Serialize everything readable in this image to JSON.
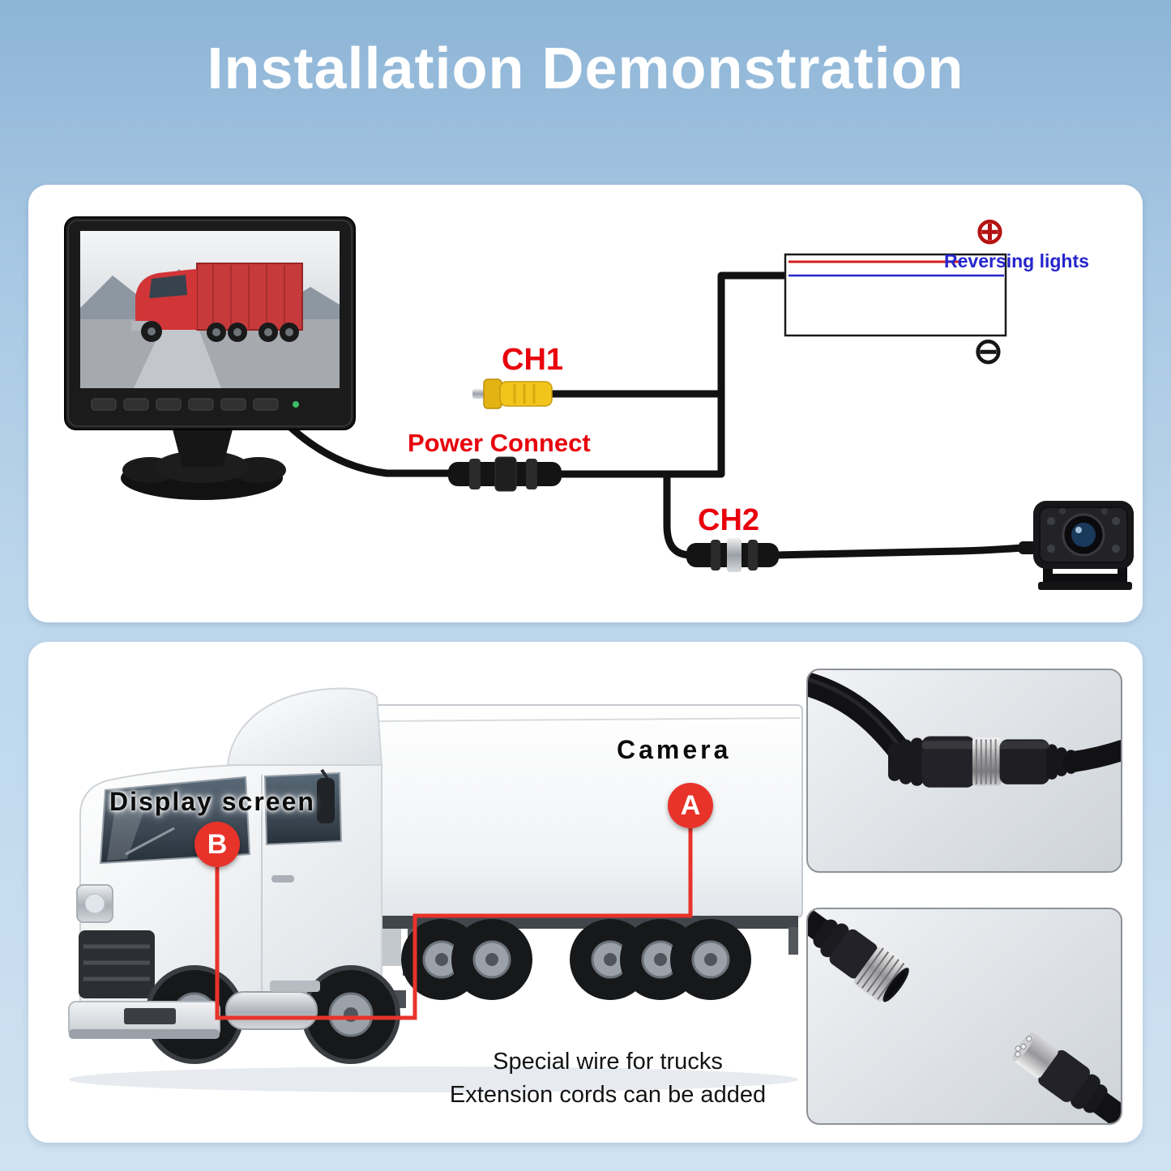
{
  "title": "Installation Demonstration",
  "colors": {
    "background_top": "#8db4d6",
    "background_bottom": "#cfe2f2",
    "label_red": "#e8000d",
    "reversing_blue": "#2525cc",
    "marker_red": "#e8332a",
    "wire_black": "#111111",
    "rca_yellow": "#f2c51d"
  },
  "wiring_panel": {
    "ch1_label": "CH1",
    "power_connect_label": "Power Connect",
    "ch2_label": "CH2",
    "reversing_lights_label": "Reversing lights",
    "plus_symbol": "⊕",
    "minus_symbol": "⊖",
    "icons": [
      "monitor-illustration",
      "rca-connector-icon",
      "power-connector-icon",
      "ch2-connector-icon",
      "rear-camera-illustration",
      "reversing-lights-box"
    ]
  },
  "truck_panel": {
    "display_screen_label": "Display screen",
    "camera_label": "Camera",
    "marker_a": "A",
    "marker_b": "B",
    "note_line1": "Special wire for trucks",
    "note_line2": "Extension cords can be added",
    "icons": [
      "truck-illustration",
      "camera-cable-route",
      "joined-connectors-photo",
      "separated-connectors-photo"
    ]
  }
}
